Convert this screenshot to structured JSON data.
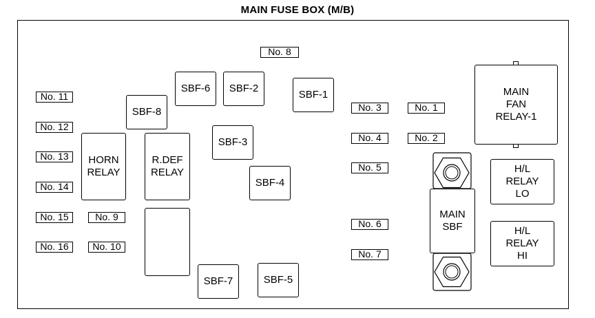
{
  "title": "MAIN FUSE BOX (M/B)",
  "fuses": {
    "no8": "No. 8",
    "no11": "No. 11",
    "no12": "No. 12",
    "no13": "No. 13",
    "no14": "No. 14",
    "no15": "No. 15",
    "no16": "No. 16",
    "no9": "No. 9",
    "no10": "No. 10",
    "no3": "No. 3",
    "no1": "No. 1",
    "no4": "No. 4",
    "no2": "No. 2",
    "no5": "No. 5",
    "no6": "No. 6",
    "no7": "No. 7"
  },
  "sbf": {
    "sbf6": "SBF-6",
    "sbf2": "SBF-2",
    "sbf1": "SBF-1",
    "sbf8": "SBF-8",
    "sbf3": "SBF-3",
    "sbf4": "SBF-4",
    "sbf7": "SBF-7",
    "sbf5": "SBF-5",
    "main_sbf": "MAIN\nSBF"
  },
  "relays": {
    "horn": "HORN\nRELAY",
    "rdef": "R.DEF\nRELAY",
    "main_fan": "MAIN\nFAN\nRELAY-1",
    "hl_lo": "H/L\nRELAY\nLO",
    "hl_hi": "H/L\nRELAY\nHI"
  }
}
